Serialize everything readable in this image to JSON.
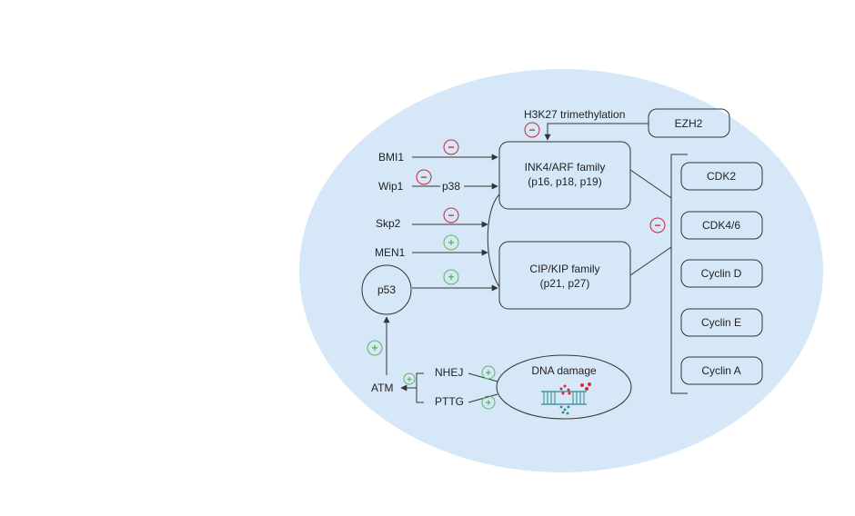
{
  "colors": {
    "background_ellipse": "#d6e8f8",
    "line": "#333333",
    "inhibit": "#c8283c",
    "activate": "#5cb85c",
    "dna_red": "#d8283c",
    "dna_teal": "#2a8a8a"
  },
  "labels": {
    "h3k27": "H3K27 trimethylation",
    "bmi1": "BMI1",
    "wip1": "Wip1",
    "p38": "p38",
    "skp2": "Skp2",
    "men1": "MEN1",
    "atm": "ATM",
    "nhej": "NHEJ",
    "pttg": "PTTG"
  },
  "boxes": {
    "ezh2": "EZH2",
    "ink4_line1": "INK4/ARF family",
    "ink4_line2": "(p16, p18, p19)",
    "cip_line1": "CIP/KIP family",
    "cip_line2": "(p21, p27)",
    "p53": "p53",
    "dna_damage": "DNA damage",
    "targets": [
      "CDK2",
      "CDK4/6",
      "Cyclin D",
      "Cyclin E",
      "Cyclin A"
    ]
  },
  "signs": {
    "minus": "−",
    "plus": "+"
  }
}
